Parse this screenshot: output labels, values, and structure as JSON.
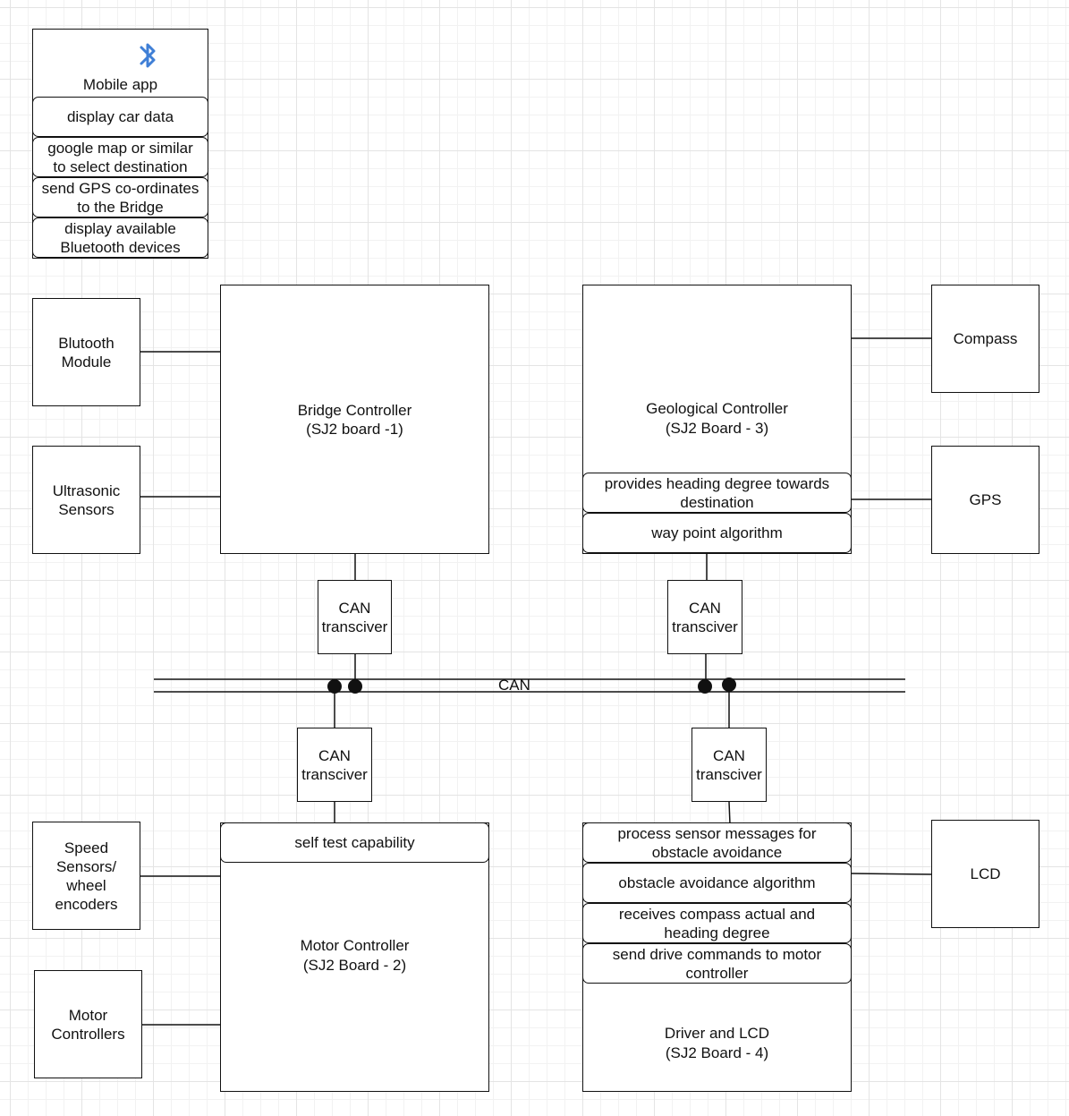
{
  "mobile_app": {
    "title": "Mobile app",
    "icon": "bluetooth-icon",
    "icon_color": "#3f7fd6",
    "items": [
      "display car data",
      "google map or similar\nto select destination",
      "send GPS co-ordinates\nto the Bridge",
      "display available\nBluetooth devices"
    ]
  },
  "bridge_controller": "Bridge Controller\n(SJ2 board -1)",
  "geological_controller": {
    "title": "Geological Controller\n(SJ2 Board - 3)",
    "items": [
      "provides heading degree towards\ndestination",
      "way point algorithm"
    ]
  },
  "motor_controller": {
    "title": "Motor Controller\n(SJ2 Board - 2)",
    "items": [
      "self test capability"
    ]
  },
  "driver_lcd": {
    "title": "Driver and LCD\n(SJ2 Board - 4)",
    "items": [
      "process sensor messages for\nobstacle avoidance",
      "obstacle avoidance algorithm",
      "receives compass actual and\nheading degree",
      "send drive commands to motor\ncontroller"
    ]
  },
  "peripherals": {
    "bluetooth_module": "Blutooth\nModule",
    "ultrasonic_sensors": "Ultrasonic\nSensors",
    "compass": "Compass",
    "gps": "GPS",
    "speed_sensors": "Speed\nSensors/\nwheel\nencoders",
    "motor_controllers": "Motor\nControllers",
    "lcd": "LCD"
  },
  "transceivers": {
    "bridge": "CAN\ntransciver",
    "geo": "CAN\ntransciver",
    "motor": "CAN\ntransciver",
    "driver": "CAN\ntransciver"
  },
  "bus": {
    "label": "CAN"
  }
}
